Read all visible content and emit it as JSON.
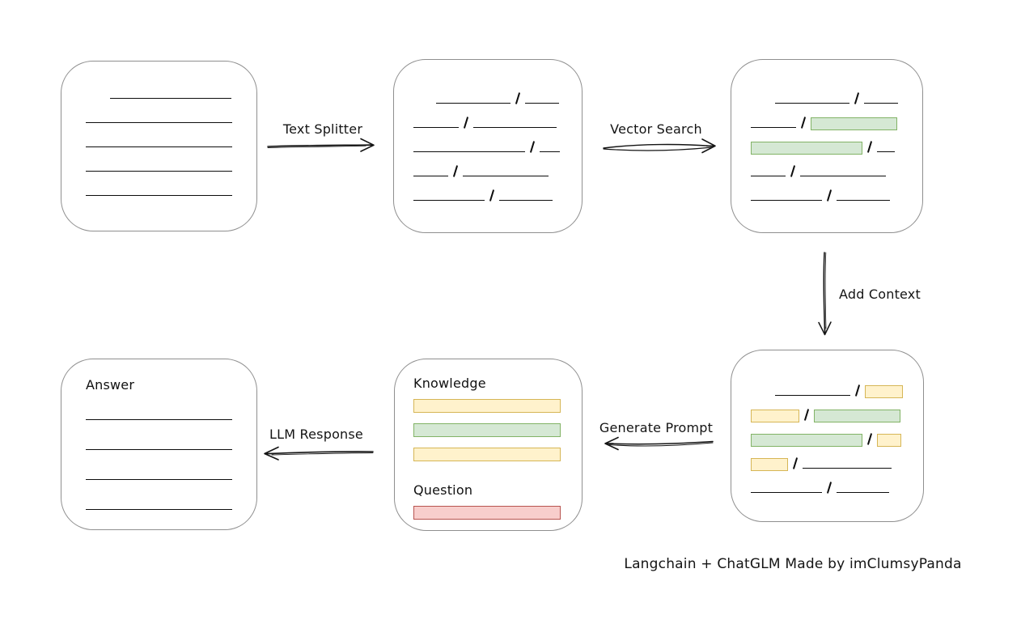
{
  "caption": "Langchain + ChatGLM Made by imClumsyPanda",
  "labels": {
    "text_splitter": "Text Splitter",
    "vector_search": "Vector Search",
    "add_context": "Add Context",
    "generate_prompt": "Generate Prompt",
    "llm_response": "LLM Response"
  },
  "colors": {
    "green_fill": "#d5e8d4",
    "green_border": "#82b366",
    "yellow_fill": "#fff2cc",
    "yellow_border": "#d6b656",
    "red_fill": "#f8cecc",
    "red_border": "#b85450",
    "box_border": "#8f8f8f",
    "line": "#0d0d0d"
  },
  "boxes": {
    "document": {
      "rows": [
        [
          {
            "t": "gap",
            "w": 30
          },
          {
            "t": "line",
            "w": 150
          }
        ],
        [
          {
            "t": "line",
            "w": 183
          }
        ],
        [
          {
            "t": "line",
            "w": 183
          }
        ],
        [
          {
            "t": "line",
            "w": 183
          }
        ],
        [
          {
            "t": "line",
            "w": 183
          }
        ]
      ]
    },
    "split_text": {
      "rows": [
        [
          {
            "t": "gap",
            "w": 28
          },
          {
            "t": "line",
            "w": 92
          },
          {
            "t": "slash"
          },
          {
            "t": "line",
            "w": 42
          }
        ],
        [
          {
            "t": "line",
            "w": 56
          },
          {
            "t": "slash"
          },
          {
            "t": "line",
            "w": 103
          }
        ],
        [
          {
            "t": "line",
            "w": 138
          },
          {
            "t": "slash"
          },
          {
            "t": "line",
            "w": 25
          }
        ],
        [
          {
            "t": "line",
            "w": 43
          },
          {
            "t": "slash"
          },
          {
            "t": "line",
            "w": 106
          }
        ],
        [
          {
            "t": "line",
            "w": 88
          },
          {
            "t": "slash"
          },
          {
            "t": "line",
            "w": 66
          }
        ]
      ]
    },
    "search_results": {
      "rows": [
        [
          {
            "t": "gap",
            "w": 30
          },
          {
            "t": "line",
            "w": 92
          },
          {
            "t": "slash"
          },
          {
            "t": "line",
            "w": 42
          }
        ],
        [
          {
            "t": "line",
            "w": 56
          },
          {
            "t": "slash"
          },
          {
            "t": "bar",
            "c": "green",
            "w": 107
          }
        ],
        [
          {
            "t": "bar",
            "c": "green",
            "w": 138
          },
          {
            "t": "slash"
          },
          {
            "t": "line",
            "w": 22
          }
        ],
        [
          {
            "t": "line",
            "w": 43
          },
          {
            "t": "slash"
          },
          {
            "t": "line",
            "w": 106
          }
        ],
        [
          {
            "t": "line",
            "w": 88
          },
          {
            "t": "slash"
          },
          {
            "t": "line",
            "w": 66
          }
        ]
      ]
    },
    "context": {
      "rows": [
        [
          {
            "t": "gap",
            "w": 30
          },
          {
            "t": "line",
            "w": 93
          },
          {
            "t": "slash"
          },
          {
            "t": "bar",
            "c": "yellow",
            "w": 47
          }
        ],
        [
          {
            "t": "bar",
            "c": "yellow",
            "w": 60
          },
          {
            "t": "slash"
          },
          {
            "t": "bar",
            "c": "green",
            "w": 107
          }
        ],
        [
          {
            "t": "bar",
            "c": "green",
            "w": 138
          },
          {
            "t": "slash"
          },
          {
            "t": "bar",
            "c": "yellow",
            "w": 30
          }
        ],
        [
          {
            "t": "bar",
            "c": "yellow",
            "w": 46
          },
          {
            "t": "slash"
          },
          {
            "t": "line",
            "w": 110
          }
        ],
        [
          {
            "t": "line",
            "w": 88
          },
          {
            "t": "slash"
          },
          {
            "t": "line",
            "w": 65
          }
        ]
      ]
    },
    "prompt": {
      "knowledge_label": "Knowledge",
      "question_label": "Question",
      "knowledge_rows": [
        [
          {
            "t": "bar",
            "c": "yellow",
            "w": 182
          }
        ],
        [
          {
            "t": "bar",
            "c": "green",
            "w": 182
          }
        ],
        [
          {
            "t": "bar",
            "c": "yellow",
            "w": 182
          }
        ]
      ],
      "question_rows": [
        [
          {
            "t": "bar",
            "c": "red",
            "w": 182
          }
        ]
      ]
    },
    "answer": {
      "label": "Answer",
      "rows": [
        [
          {
            "t": "line",
            "w": 183
          }
        ],
        [
          {
            "t": "line",
            "w": 183
          }
        ],
        [
          {
            "t": "line",
            "w": 183
          }
        ],
        [
          {
            "t": "line",
            "w": 183
          }
        ]
      ]
    }
  }
}
